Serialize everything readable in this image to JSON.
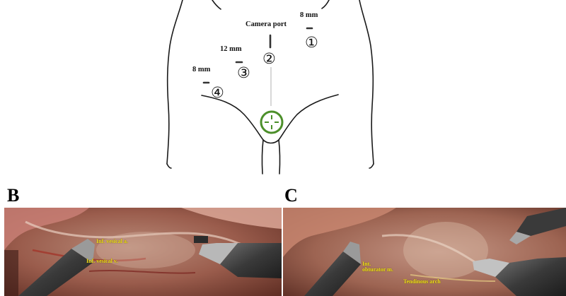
{
  "panel_a": {
    "ports": [
      {
        "number_glyph": "①",
        "size_label": "8 mm"
      },
      {
        "number_glyph": "②",
        "size_label": "Camera port"
      },
      {
        "number_glyph": "③",
        "size_label": "12 mm"
      },
      {
        "number_glyph": "④",
        "size_label": "8 mm"
      }
    ],
    "colors": {
      "outline": "#1a1a1a",
      "port_mark": "#333333",
      "pubic_symbol": "#4c8f2a"
    }
  },
  "panel_b": {
    "letter": "B",
    "annotations": [
      "Inf. vesical a.",
      "Inf. vesical v."
    ]
  },
  "panel_c": {
    "letter": "C",
    "annotations": [
      "Int.\nobturator m.",
      "Tendinous arch"
    ]
  }
}
